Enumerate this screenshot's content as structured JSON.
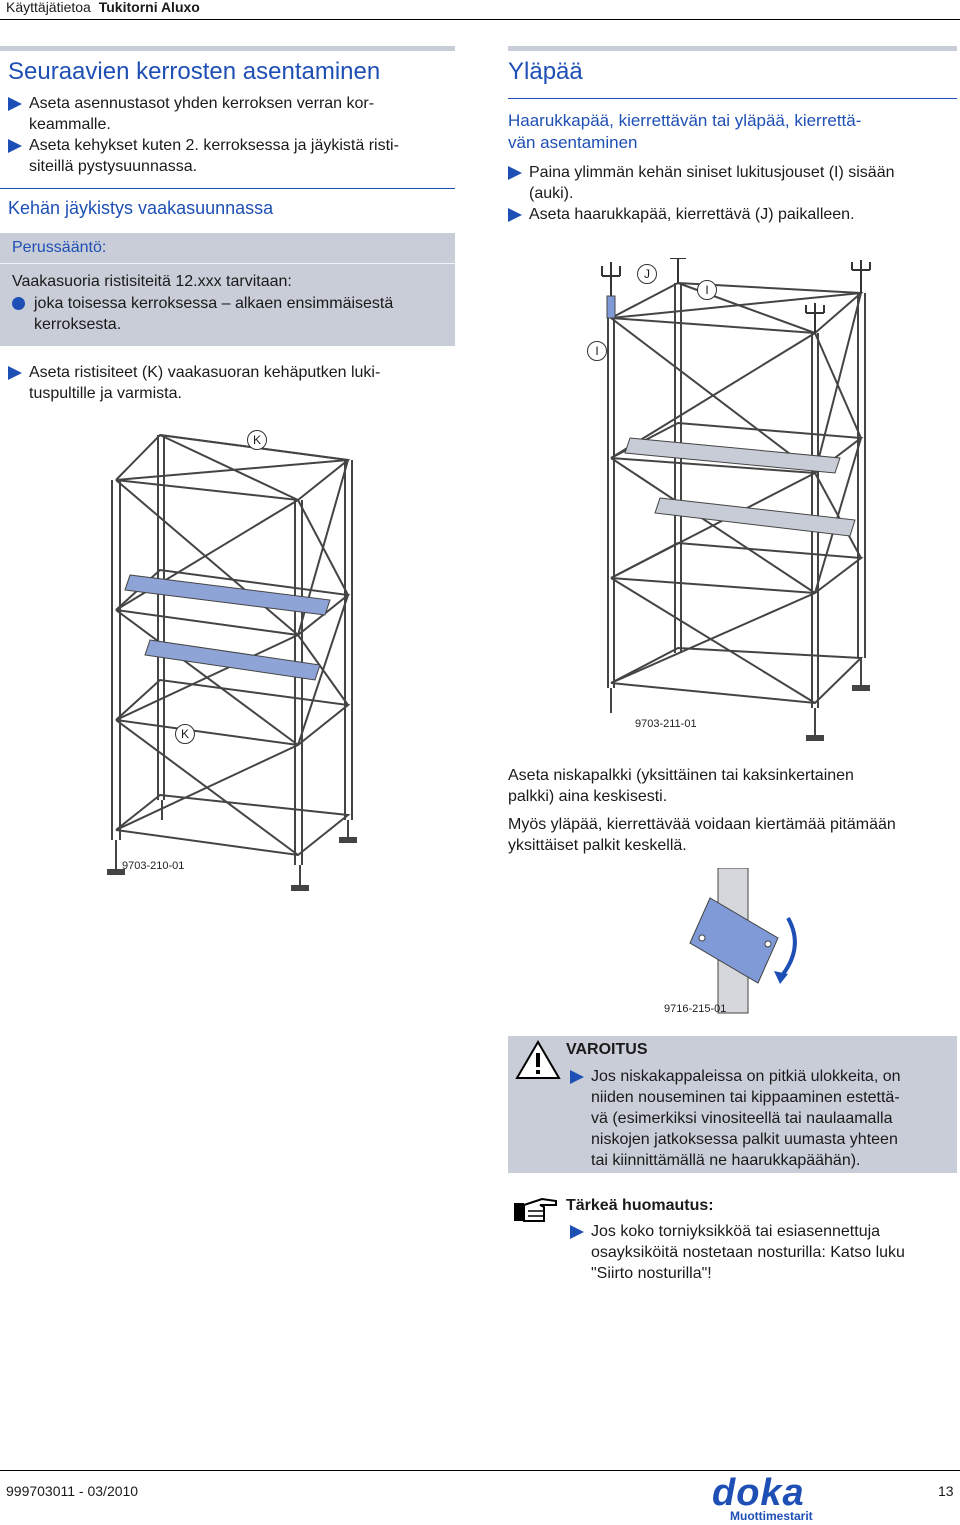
{
  "header": {
    "prefix": "Käyttäjätietoa",
    "title": "Tukitorni Aluxo"
  },
  "left": {
    "heading": "Seuraavien kerrosten asentaminen",
    "bullets": [
      "Aseta asennustasot yhden kerroksen verran kor-\nkeammalle.",
      "Aseta kehykset kuten 2. kerroksessa ja jäykistä risti-\nsiteillä pystysuunnassa."
    ],
    "subheading": "Kehän jäykistys vaakasuunnassa",
    "rule": {
      "title": "Perussääntö:",
      "text": "Vaakasuoria ristisiteitä 12.xxx tarvitaan:",
      "bullet": "joka toisessa kerroksessa – alkaen ensimmäisestä kerroksesta."
    },
    "bullet3": "Aseta ristisiteet (K) vaakasuoran kehäputken luki-\ntuspultille ja varmista.",
    "figure": {
      "code": "9703-210-01",
      "callout_k": "K"
    }
  },
  "right": {
    "heading": "Yläpää",
    "subheading": "Haarukkapää, kierrettävän tai yläpää, kierrettä-\nvän asentaminen",
    "bullets": [
      "Paina ylimmän kehän siniset lukitusjouset (I) sisään\n(auki).",
      "Aseta haarukkapää, kierrettävä (J) paikalleen."
    ],
    "figure": {
      "code": "9703-211-01",
      "callout_i": "I",
      "callout_j": "J"
    },
    "para1": "Aseta niskapalkki (yksittäinen tai kaksinkertainen\npalkki) aina keskisesti.",
    "para2": "Myös yläpää, kierrettävää voidaan kiertämää pitämään\nyksittäiset palkit keskellä.",
    "figure2": {
      "code": "9716-215-01"
    },
    "warning": {
      "title": "VAROITUS",
      "text": "Jos niskakappaleissa on pitkiä ulokkeita, on\nniiden nouseminen tai kippaaminen estettä-\nvä (esimerkiksi vinositeellä tai naulaamalla\nniskojen jatkoksessa palkit uumasta yhteen\ntai kiinnittämällä ne haarukkapäähän)."
    },
    "note": {
      "title": "Tärkeä huomautus:",
      "text": "Jos koko torniyksikköä tai esiasennettuja\nosayksiköitä nostetaan nosturilla: Katso luku\n\"Siirto nosturilla\"!"
    }
  },
  "footer": {
    "doc": "999703011 - 03/2010",
    "page": "13",
    "logo": "doka",
    "logo_sub": "Muottimestarit"
  },
  "colors": {
    "accent": "#1e4fb5",
    "box": "#c9cdd8"
  }
}
